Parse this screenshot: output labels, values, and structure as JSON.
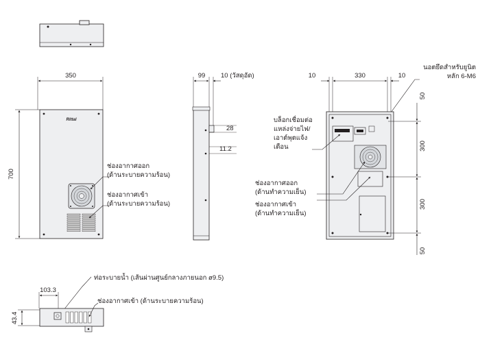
{
  "colors": {
    "body_fill": "#eeeff1",
    "panel_fill": "#e2e4e7",
    "line": "#231f20",
    "fan_fill": "#d4d7db"
  },
  "front_view": {
    "width_dim": "350",
    "height_dim": "700",
    "label_outlet_line1": "ช่องอากาศออก",
    "label_outlet_line2": "(ด้านระบายความร้อน)",
    "label_inlet_line1": "ช่องอากาศเข้า",
    "label_inlet_line2": "(ด้านระบายความร้อน)"
  },
  "side_view": {
    "depth_dim": "99",
    "stud_dim": "10 (วัสดุอัด)",
    "bracket_dim_1": "28",
    "bracket_dim_2": "11.2"
  },
  "rear_view": {
    "dim_left": "10",
    "dim_center": "330",
    "dim_right": "10",
    "mount_label_line1": "นอตยึดสำหรับยูนิต",
    "mount_label_line2": "หลัก 6-M6",
    "connector_label_line1": "บล็อกเชื่อมต่อ",
    "connector_label_line2": "แหล่งจ่ายไฟ/",
    "connector_label_line3": "เอาต์พุตแจ้ง",
    "connector_label_line4": "เตือน",
    "outlet_label_line1": "ช่องอากาศออก",
    "outlet_label_line2": "(ด้านทำความเย็น)",
    "inlet_label_line1": "ช่องอากาศเข้า",
    "inlet_label_line2": "(ด้านทำความเย็น)",
    "vdim_1": "50",
    "vdim_2": "300",
    "vdim_3": "300",
    "vdim_4": "50"
  },
  "bottom_view": {
    "drain_label": "ท่อระบายน้ำ (เส้นผ่านศูนย์กลางภายนอก ø9.5)",
    "dim_width": "103.3",
    "dim_height": "43.4",
    "inlet_label": "ช่องอากาศเข้า (ด้านระบายความร้อน)"
  }
}
